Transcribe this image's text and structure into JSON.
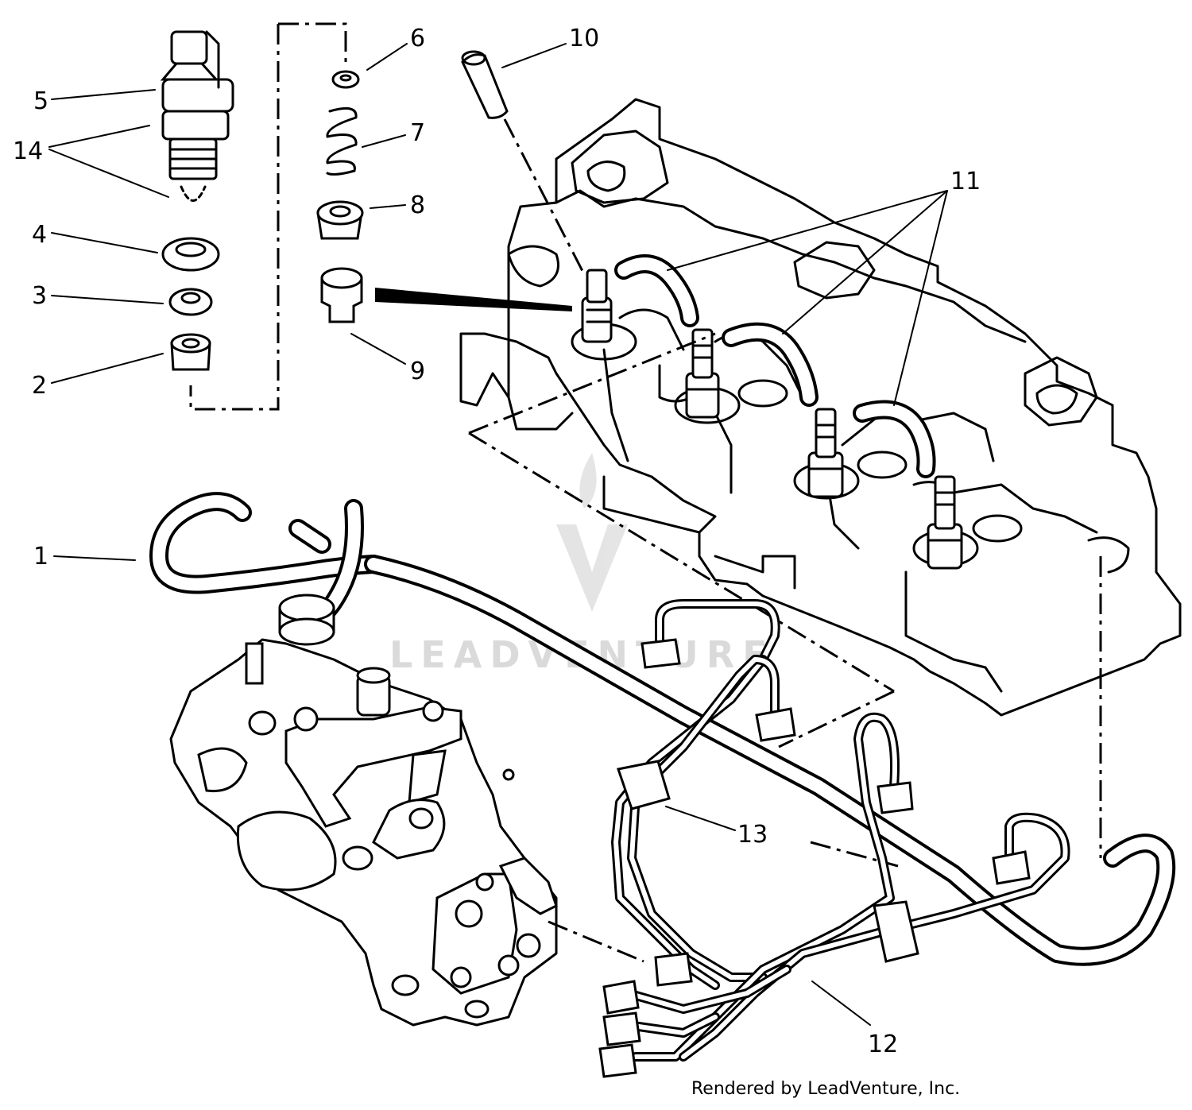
{
  "callouts": [
    {
      "id": "1",
      "label": "1"
    },
    {
      "id": "2",
      "label": "2"
    },
    {
      "id": "3",
      "label": "3"
    },
    {
      "id": "4",
      "label": "4"
    },
    {
      "id": "5",
      "label": "5"
    },
    {
      "id": "6",
      "label": "6"
    },
    {
      "id": "7",
      "label": "7"
    },
    {
      "id": "8",
      "label": "8"
    },
    {
      "id": "9",
      "label": "9"
    },
    {
      "id": "10",
      "label": "10"
    },
    {
      "id": "11",
      "label": "11"
    },
    {
      "id": "12",
      "label": "12"
    },
    {
      "id": "13",
      "label": "13"
    },
    {
      "id": "14",
      "label": "14"
    }
  ],
  "watermark": "LEADVENTURE",
  "credit": "Rendered by LeadVenture, Inc."
}
